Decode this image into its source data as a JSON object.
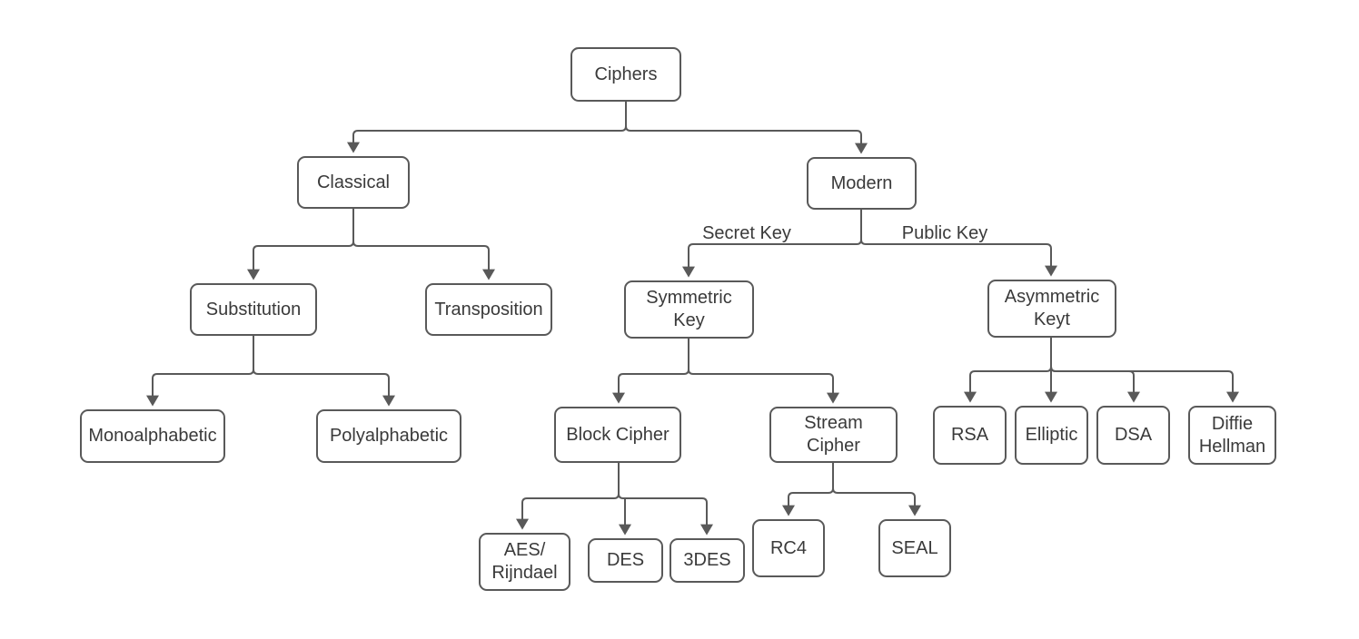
{
  "colors": {
    "stroke": "#595959",
    "text": "#3a3a3a",
    "background": "#ffffff"
  },
  "diagram": {
    "type": "tree",
    "root": "Ciphers"
  },
  "nodes": {
    "ciphers": {
      "label": "Ciphers"
    },
    "classical": {
      "label": "Classical"
    },
    "modern": {
      "label": "Modern"
    },
    "substitution": {
      "label": "Substitution"
    },
    "transposition": {
      "label": "Transposition"
    },
    "symmetric": {
      "label": "Symmetric\nKey"
    },
    "asymmetric": {
      "label": "Asymmetric\nKeyt"
    },
    "mono": {
      "label": "Monoalphabetic"
    },
    "poly": {
      "label": "Polyalphabetic"
    },
    "block": {
      "label": "Block Cipher"
    },
    "stream": {
      "label": "Stream\nCipher"
    },
    "rsa": {
      "label": "RSA"
    },
    "elliptic": {
      "label": "Elliptic"
    },
    "dsa": {
      "label": "DSA"
    },
    "diffie": {
      "label": "Diffie\nHellman"
    },
    "aes": {
      "label": "AES/\nRijndael"
    },
    "des": {
      "label": "DES"
    },
    "tdes": {
      "label": "3DES"
    }
  },
  "edge_labels": {
    "secret_key": "Secret Key",
    "public_key": "Public Key"
  },
  "edges": [
    {
      "from": "ciphers",
      "to": "classical"
    },
    {
      "from": "ciphers",
      "to": "modern"
    },
    {
      "from": "classical",
      "to": "substitution"
    },
    {
      "from": "classical",
      "to": "transposition"
    },
    {
      "from": "modern",
      "to": "symmetric",
      "label": "Secret Key"
    },
    {
      "from": "modern",
      "to": "asymmetric",
      "label": "Public Key"
    },
    {
      "from": "substitution",
      "to": "mono"
    },
    {
      "from": "substitution",
      "to": "poly"
    },
    {
      "from": "symmetric",
      "to": "block"
    },
    {
      "from": "symmetric",
      "to": "stream"
    },
    {
      "from": "asymmetric",
      "to": "rsa"
    },
    {
      "from": "asymmetric",
      "to": "elliptic"
    },
    {
      "from": "asymmetric",
      "to": "dsa"
    },
    {
      "from": "asymmetric",
      "to": "diffie"
    },
    {
      "from": "block",
      "to": "aes"
    },
    {
      "from": "block",
      "to": "des"
    },
    {
      "from": "block",
      "to": "tdes"
    },
    {
      "from": "stream",
      "to": "rc4"
    },
    {
      "from": "stream",
      "to": "seal"
    }
  ]
}
